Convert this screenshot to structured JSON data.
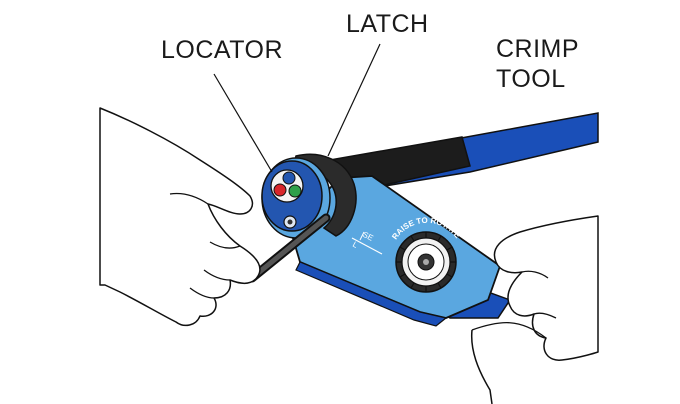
{
  "labels": {
    "locator": "LOCATOR",
    "latch": "LATCH",
    "crimp_tool_line1": "CRIMP",
    "crimp_tool_line2": "TOOL"
  },
  "dial": {
    "raise_to_rotate": "RAISE TO ROTATE",
    "scale_se": "SE",
    "scale_l": "L"
  },
  "colors": {
    "handle_blue": "#1a4fb8",
    "body_blue": "#5aa7e0",
    "dark_jaw": "#1c1c1c",
    "locator_blue": "#2356b0",
    "pin_red": "#d8262b",
    "pin_green": "#2ea04a",
    "pin_blue": "#2356b0",
    "outline": "#111111",
    "hand_fill": "#ffffff"
  }
}
